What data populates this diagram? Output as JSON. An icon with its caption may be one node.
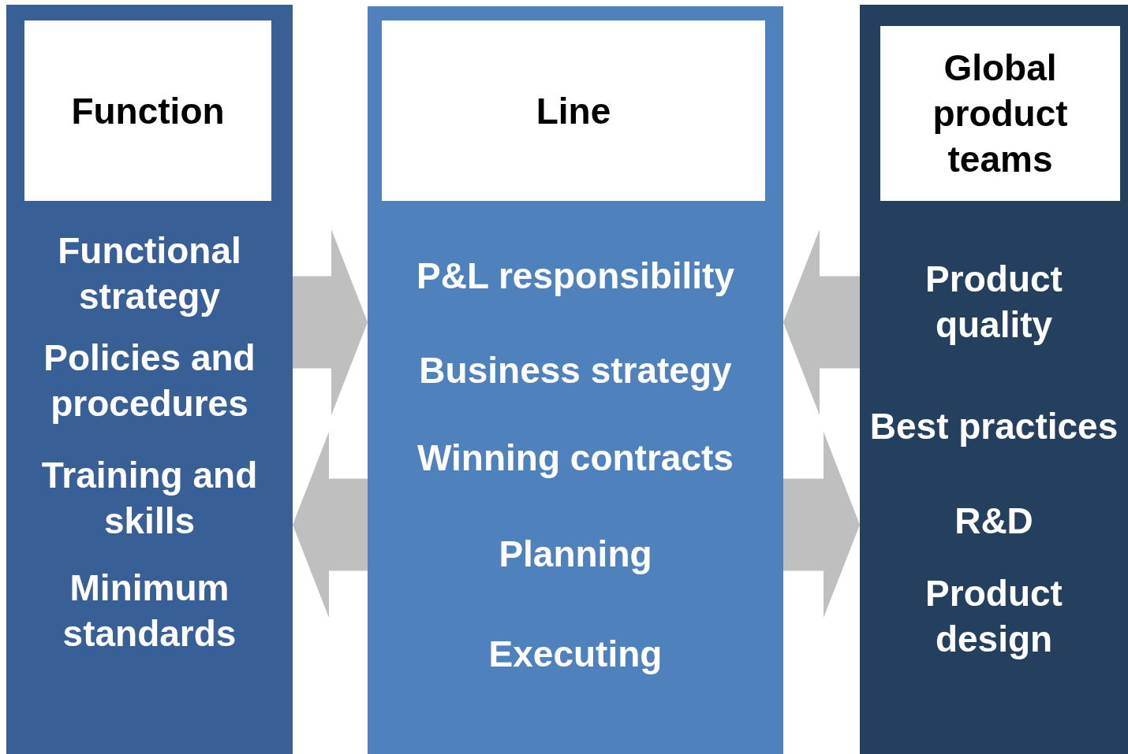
{
  "diagram": {
    "nodes": [
      {
        "text": [
          "Functional strategy",
          "Policies and procedures",
          "Training and skills",
          "Minimum standards"
        ]
      },
      {
        "text": [
          "Function"
        ],
        "in": 0
      },
      {
        "text": [
          "P&L responsibility",
          "Business strategy",
          "Winning contracts",
          "Planning",
          "Executing"
        ]
      },
      {
        "text": [
          "Line"
        ],
        "in": 2
      },
      {
        "text": [
          "Product quality",
          "Best practices",
          "R&D",
          "Product design"
        ]
      },
      {
        "text": [
          "Global product teams"
        ],
        "in": 4
      }
    ],
    "edges": [
      {
        "from": 0,
        "to": 2,
        "arrow": "to"
      },
      {
        "from": 2,
        "to": 0,
        "arrow": "to"
      },
      {
        "from": 4,
        "to": 2,
        "arrow": "to"
      },
      {
        "from": 2,
        "to": 4,
        "arrow": "to"
      }
    ]
  }
}
